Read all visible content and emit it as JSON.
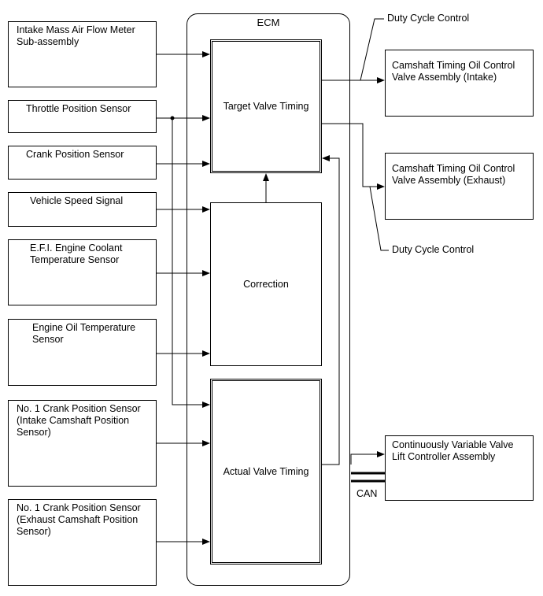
{
  "inputs": [
    {
      "id": "maf",
      "label": "Intake Mass Air Flow Meter\nSub-assembly"
    },
    {
      "id": "tps",
      "label": "Throttle Position Sensor"
    },
    {
      "id": "crank",
      "label": "Crank Position Sensor"
    },
    {
      "id": "speed",
      "label": "Vehicle Speed Signal"
    },
    {
      "id": "coolant",
      "label": "E.F.I. Engine Coolant\nTemperature Sensor"
    },
    {
      "id": "oil",
      "label": "Engine Oil Temperature\nSensor"
    },
    {
      "id": "intake_cam",
      "label": "No. 1 Crank Position Sensor\n(Intake Camshaft Position\nSensor)"
    },
    {
      "id": "exhaust_cam",
      "label": "No. 1 Crank Position Sensor\n(Exhaust Camshaft Position\nSensor)"
    }
  ],
  "ecm": {
    "label": "ECM",
    "target_valve_timing": "Target Valve Timing",
    "correction": "Correction",
    "actual_valve_timing": "Actual Valve Timing"
  },
  "outputs": [
    {
      "id": "ocv_intake",
      "label": "Camshaft Timing Oil Control\nValve Assembly (Intake)"
    },
    {
      "id": "ocv_exhaust",
      "label": "Camshaft Timing Oil Control\nValve Assembly (Exhaust)"
    },
    {
      "id": "cvvl",
      "label": "Continuously Variable Valve\nLift Controller Assembly"
    }
  ],
  "annotations": {
    "duty_cycle_top": "Duty Cycle Control",
    "duty_cycle_bottom": "Duty Cycle Control",
    "can": "CAN"
  }
}
